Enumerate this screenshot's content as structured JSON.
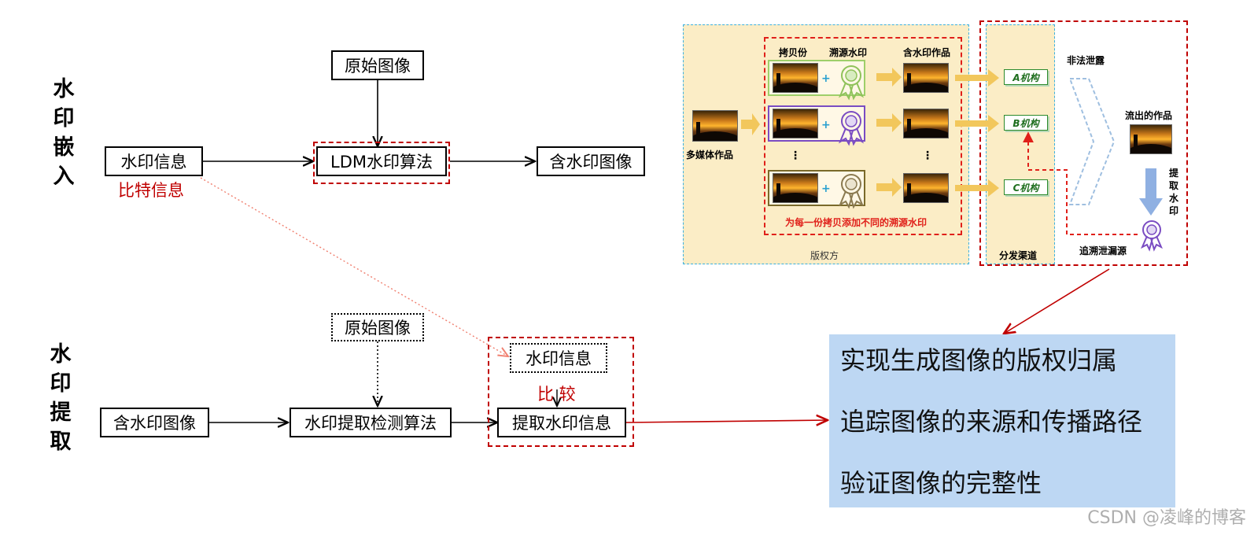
{
  "embed": {
    "section_label": [
      "水",
      "印",
      "嵌",
      "入"
    ],
    "input_label": "水印信息",
    "bit_label": "比特信息",
    "original_label": "原始图像",
    "algorithm_label": "LDM水印算法",
    "output_label": "含水印图像"
  },
  "extract": {
    "section_label": [
      "水",
      "印",
      "提",
      "取"
    ],
    "input_label": "含水印图像",
    "original_label": "原始图像",
    "algorithm_label": "水印提取检测算法",
    "compare_ref_label": "水印信息",
    "compare_label": "比 较",
    "output_label": "提取水印信息"
  },
  "figure": {
    "copy_header": "拷贝份",
    "trace_wm_header": "溯源水印",
    "wm_work_header": "含水印作品",
    "multimedia_label": "多媒体作品",
    "ellipsis": "⋮",
    "note": "为每一份拷贝添加不同的溯源水印",
    "owner_label": "版权方",
    "orgs": [
      "A机构",
      "B机构",
      "C机构"
    ],
    "channel_label": "分发渠道",
    "leak_label": "非法泄露",
    "leaked_work_label": "流出的作品",
    "extract_label": [
      "提",
      "取",
      "水",
      "印"
    ],
    "trace_label": "追溯泄漏源",
    "medal_colors": [
      "#8fc25a",
      "#7a4cc2",
      "#8a7a50"
    ]
  },
  "results": {
    "lines": [
      "实现生成图像的版权归属",
      "追踪图像的来源和传播路径",
      "验证图像的完整性"
    ]
  },
  "watermark": "CSDN @凌峰的博客",
  "colors": {
    "accent_red": "#c00000",
    "result_bg": "#bdd7f3",
    "figure_bg": "#fbedc6",
    "figure_border": "#3ab0e0"
  }
}
